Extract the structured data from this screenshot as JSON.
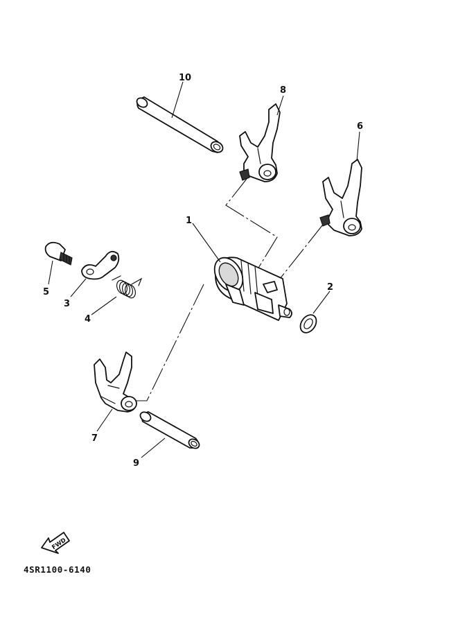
{
  "labels": {
    "p1": "1",
    "p2": "2",
    "p3": "3",
    "p4": "4",
    "p5": "5",
    "p6": "6",
    "p7": "7",
    "p8": "8",
    "p9": "9",
    "p10": "10"
  },
  "fwd_arrow": {
    "text": "FWD"
  },
  "diagram_code": "4SR1100-6140"
}
